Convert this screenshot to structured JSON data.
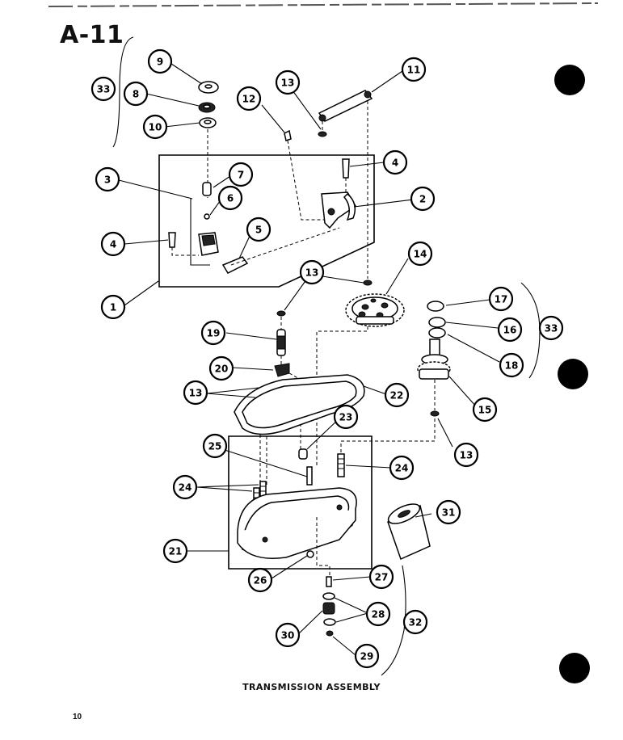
{
  "page": {
    "title": "A-11",
    "caption": "TRANSMISSION ASSEMBLY",
    "page_number": "10"
  },
  "callouts": [
    "33",
    "9",
    "8",
    "10",
    "13",
    "11",
    "12",
    "4",
    "3",
    "7",
    "6",
    "2",
    "4",
    "5",
    "1",
    "13",
    "14",
    "17",
    "33",
    "16",
    "18",
    "19",
    "20",
    "13",
    "15",
    "22",
    "23",
    "13",
    "25",
    "24",
    "24",
    "31",
    "21",
    "26",
    "27",
    "28",
    "32",
    "30",
    "29"
  ]
}
